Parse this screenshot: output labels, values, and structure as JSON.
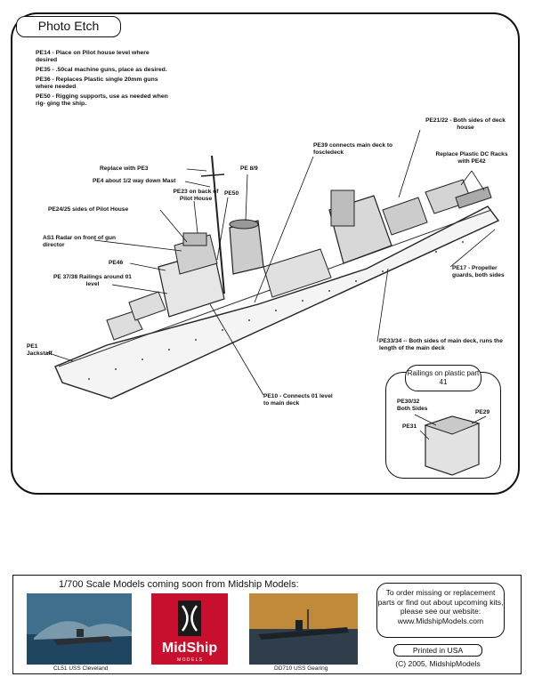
{
  "title": "Photo Etch",
  "notes": [
    "PE14 - Place on Pilot house level where desired",
    "PE35 - .50cal machine guns, place as desired.",
    "PE36 - Replaces Plastic single 20mm guns where needed",
    "PE50 - Rigging supports, use as needed when rig- ging the ship."
  ],
  "callouts": {
    "pe3": "Replace with PE3",
    "pe4": "PE4 about 1/2 way down Mast",
    "pe89": "PE 8/9",
    "pe50": "PE50",
    "pe23": "PE23 on back of Pilot House",
    "pe2425": "PE24/25 sides of Pilot House",
    "as1": "AS1 Radar on front of gun director",
    "pe46": "PE46",
    "pe3738": "PE 37/38 Railings around 01 level",
    "pe1": "PE1 Jackstaff",
    "pe39": "PE39 connects main deck to foscledeck",
    "pe2122": "PE21/22 - Both sides of deck house",
    "pe42": "Replace Plastic DC Racks with PE42",
    "pe17": "PE17 - Propeller guards, both sides",
    "pe3334": "PE33/34 -- Both sides of main deck, runs the length of the main deck",
    "pe10": "PE10 - Connects 01 level to main deck"
  },
  "railings": {
    "title": "Railings on plastic part 41",
    "pe3032": "PE30/32 Both Sides",
    "pe29": "PE29",
    "pe31": "PE31"
  },
  "footer": {
    "coming_soon": "1/700 Scale Models coming soon from Midship Models:",
    "caption_left": "CL51 USS Cleveland",
    "caption_right": "DD710 USS Gearing",
    "logo_text": "MidShip",
    "logo_sub": "M O D E L S",
    "order_text": "To order missing or replacement parts or find out about upcoming kits, please see our website: www.MidshipModels.com",
    "printed": "Printed in USA",
    "copyright": "(C) 2005, MidshipModels"
  },
  "colors": {
    "logo_red": "#c8102e",
    "ink": "#111111"
  }
}
